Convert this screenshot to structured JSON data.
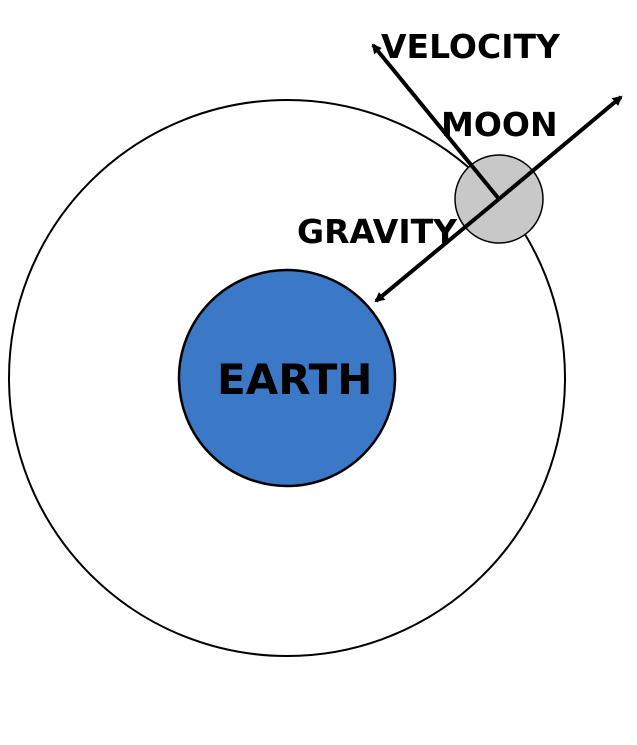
{
  "labels": {
    "earth": "EARTH",
    "moon": "MOON",
    "gravity": "GRAVITY",
    "velocity": "VELOCITY"
  },
  "colors": {
    "earth_fill": "#3b78c6",
    "moon_fill": "#c8c8c8",
    "stroke": "#000000",
    "background": "#ffffff"
  }
}
